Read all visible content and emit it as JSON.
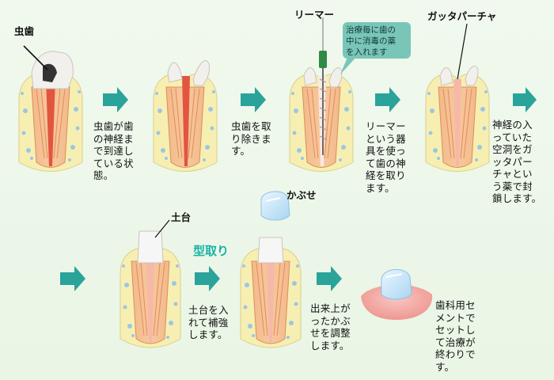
{
  "labels": {
    "decay": "虫歯",
    "reamer": "リーマー",
    "gutta": "ガッタパーチャ",
    "core": "土台",
    "crown": "かぶせ",
    "impression": "型取り"
  },
  "callout": "治療毎に歯の\n中に消毒の薬\nを入れます",
  "steps": [
    {
      "text": "虫歯が歯\nの神経ま\nで到達し\nている状\n態。"
    },
    {
      "text": "虫歯を取\nり除きま\nす。"
    },
    {
      "text": "リーマー\nという器\n具を使っ\nて歯の神\n経を取り\nます。"
    },
    {
      "text": "神経の入\nっていた\n空洞をガ\nッタパー\nチャとい\nう薬で封\n鎖します。"
    },
    {
      "text": "土台を入\nれて補強\nします。"
    },
    {
      "text": "出来上が\nったかぶ\nせを調整\nします。"
    },
    {
      "text": "歯科用セ\nメントで\nセットし\nて治療が\n終わりで\nす。"
    }
  ],
  "colors": {
    "arrow": "#2aa39b",
    "gum": "#f2a8a3",
    "bone": "#f7efb2",
    "bone_dot": "#9cc6e4",
    "pulp": "#e2553f",
    "decay": "#333333",
    "crown": "#cfe8f7",
    "callout_bg": "#79c6b9"
  }
}
